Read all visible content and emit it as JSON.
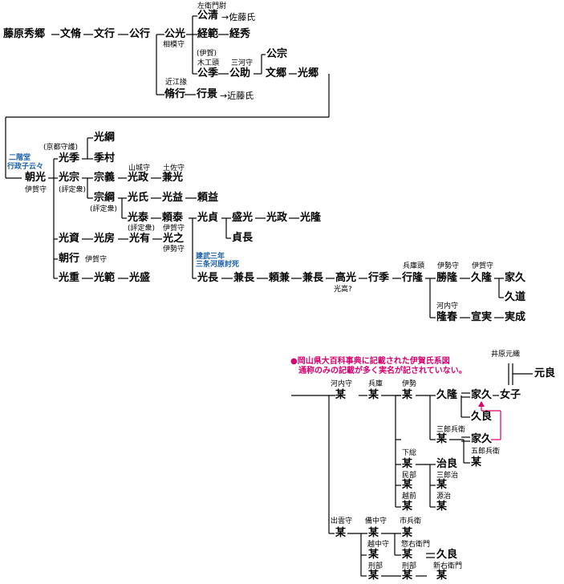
{
  "colors": {
    "line": "#000000",
    "note_blue": "#1a5fa8",
    "note_red": "#d6006e"
  },
  "names": {
    "hidesato": "藤原秀郷",
    "bunkyu": "文脩",
    "bunko": "文行",
    "kinyuki": "公行",
    "kinmitsu": "公光",
    "kinkiyo": "公清",
    "tsunenori": "経範",
    "tsunehide": "経秀",
    "kinmune": "公宗",
    "kinsue": "公季",
    "kinsuke": "公助",
    "fumisato": "文郷",
    "mitsusato": "光郷",
    "sukeyuki": "脩行",
    "yukikage": "行景",
    "tomomitsu": "朝光",
    "mitsusue": "光季",
    "mitsutsuna": "光綱",
    "suemura": "季村",
    "mitsumune": "光宗",
    "muneyoshi": "宗義",
    "mitsumasa_a": "光政",
    "kanemitsu": "兼光",
    "munetsuna": "宗綱",
    "mitsuuji": "光氏",
    "mitsumasu": "光益",
    "yorimasu": "頼益",
    "mitsuyasu": "光泰",
    "yoriyasu": "頼泰",
    "mitsusada": "光貞",
    "morimitsu": "盛光",
    "mitsumasa_b": "光政",
    "mitsutaka": "光隆",
    "sadanaga": "貞長",
    "mitsusuke": "光資",
    "mitsufusa": "光房",
    "mitsuari": "光有",
    "mitsuyuki": "光之",
    "tomoyuki": "朝行",
    "mitsushige": "光重",
    "mitsunori": "光範",
    "mitsumori": "光盛",
    "mitsunaga": "光長",
    "kanenaga_a": "兼長",
    "yorikane": "頼兼",
    "kanenaga_b": "兼長",
    "takamitsu": "高光",
    "yukisue": "行季",
    "yukitaka": "行隆",
    "katsutaka": "勝隆",
    "hisataka_a": "久隆",
    "iehisa_a": "家久",
    "hisamichi": "久道",
    "takaharu": "隆春",
    "nobuzane": "宣実",
    "sanenari": "実成",
    "motoyoshi": "元良",
    "hisataka_b": "久隆",
    "iehisa_b": "家久",
    "onago": "女子",
    "hisayoshi_a": "久良",
    "iehisa_c": "家久",
    "haruyoshi": "治良",
    "hisayoshi_b": "久良",
    "bou": "某"
  },
  "titles": {
    "saemon": "左衛門尉",
    "sagami": "相模守",
    "iga_paren": "(伊賀)",
    "mokunokami": "木工頭",
    "mikawa": "三河守",
    "omi": "近江掾",
    "kyoto_shugo": "(京都守護)",
    "nikaido": "二階堂",
    "gyoseishi": "行政子云々",
    "igamori": "伊賀守",
    "hyojoshu": "(評定衆)",
    "yamashiro": "山城守",
    "tosa": "土佐守",
    "hyogo_kami": "兵庫頭",
    "ise": "伊勢守",
    "kawachi": "河内守",
    "mitsutaka_q": "光高?",
    "kenmu1": "建武三年",
    "kenmu2": "三条河原討死",
    "iharamotoyoshi": "井原元織",
    "hyogo": "兵庫",
    "ise_s": "伊勢",
    "saburobyoe": "三郎兵衛",
    "gorobyoe": "五郎兵衛",
    "shimousa": "下総",
    "minbu": "民部",
    "echizen": "越前",
    "saburoji": "三郎治",
    "genji": "源治",
    "izumo": "出雲守",
    "bicchu": "備中守",
    "ichihyoe": "市兵衛",
    "etchu": "越中守",
    "soemon": "惣右衛門",
    "gyobu": "刑部",
    "shinemon": "新右衛門"
  },
  "arrow_notes": {
    "sato": "→佐藤氏",
    "kondo": "→近藤氏"
  },
  "source_note": {
    "line1": "●岡山県大百科事典に記載された伊賀氏系図",
    "line2": "通称のみの記載が多く実名が記されていない。"
  }
}
